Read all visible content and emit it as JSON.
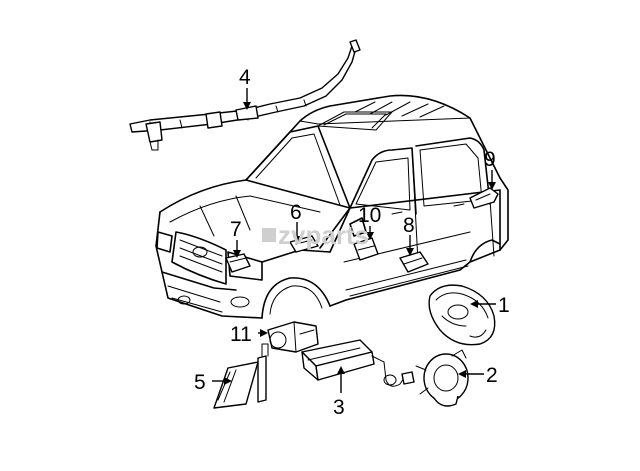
{
  "diagram": {
    "watermark": "zvparts",
    "callouts": [
      {
        "id": "c1",
        "label": "1"
      },
      {
        "id": "c2",
        "label": "2"
      },
      {
        "id": "c3",
        "label": "3"
      },
      {
        "id": "c4",
        "label": "4"
      },
      {
        "id": "c5",
        "label": "5"
      },
      {
        "id": "c6",
        "label": "6"
      },
      {
        "id": "c7",
        "label": "7"
      },
      {
        "id": "c8",
        "label": "8"
      },
      {
        "id": "c9",
        "label": "9"
      },
      {
        "id": "c10",
        "label": "10"
      },
      {
        "id": "c11",
        "label": "11"
      }
    ]
  }
}
